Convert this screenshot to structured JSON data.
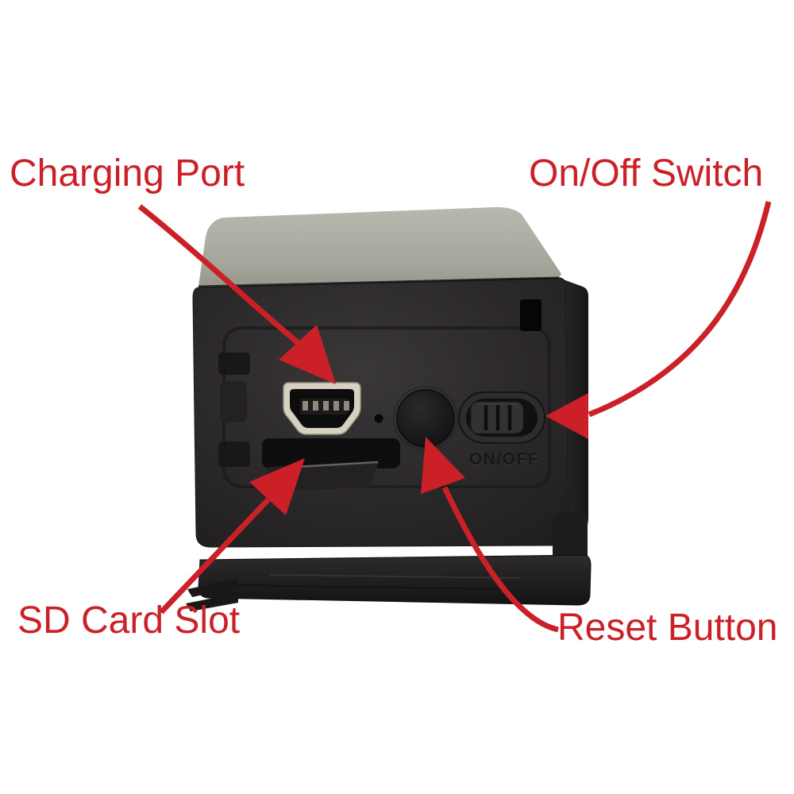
{
  "annotations": {
    "charging_port": "Charging Port",
    "on_off_switch": "On/Off Switch",
    "sd_card_slot": "SD Card Slot",
    "reset_button": "Reset Button"
  },
  "device_markings": {
    "power_switch": "ON/OFF"
  },
  "colors": {
    "background": "#ffffff",
    "annotation_red": "#cb2027",
    "device_body": "#2a2728",
    "device_top_face": "#a9aba0",
    "usb_metal": "#d7d1c1"
  }
}
